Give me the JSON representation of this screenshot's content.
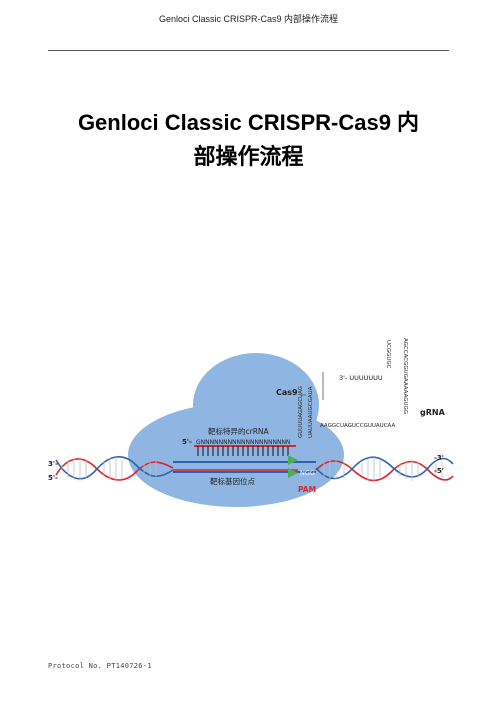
{
  "header": {
    "text": "Genloci Classic CRISPR-Cas9 内部操作流程"
  },
  "title": {
    "line1": "Genloci Classic CRISPR-Cas9 内",
    "line2": "部操作流程"
  },
  "diagram": {
    "cas9_label": "Cas9",
    "grna_label": "gRNA",
    "crrna_label": "靶标特异的crRNA",
    "target_label": "靶标基因位点",
    "pam_label": "PAM",
    "ngg": "NGG",
    "guide_seq": "GNNNNNNNNNNNNNNNNNNNN",
    "five_prime_crrna": "5'-",
    "three_prime_grna": "3'- UUUUUUU",
    "left_end_top": "3'-",
    "left_end_bottom": "5'-",
    "right_end_top": "-3'",
    "right_end_bottom": "-5'",
    "loop_seq": "AAGGCUAGUCCGUUAUCAA",
    "stem_a": "GUUUUAGAGCUAG",
    "stem_b": "UAUUAAUGCGAUA",
    "hairpin_left": "UCGGUGC",
    "hairpin_right": "AGCCACGGUGAAAAAGUGG",
    "colors": {
      "blob": "#8fb5e3",
      "red_strand": "#e0232a",
      "blue_strand": "#2b62ad",
      "pam": "#e0232a"
    }
  },
  "footer": {
    "text": "Protocol No. PT140726-1"
  }
}
